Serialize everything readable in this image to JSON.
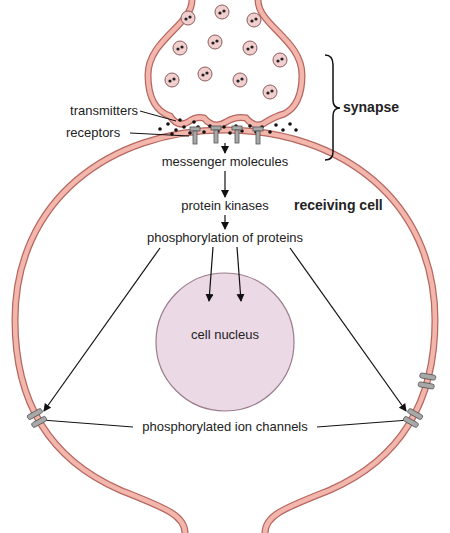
{
  "diagram": {
    "nodes": [
      {
        "text": [
          "receiving cell"
        ]
      },
      {
        "text": [
          "messenger molecules"
        ],
        "in": 0
      },
      {
        "text": [
          "protein kinases"
        ],
        "in": 0
      },
      {
        "text": [
          "phosphorylation of proteins"
        ],
        "in": 0
      },
      {
        "text": [
          "cell nucleus"
        ],
        "in": 0
      }
    ],
    "edges": [
      {
        "from": 1,
        "to": 2,
        "arrow": "to"
      },
      {
        "from": 2,
        "to": 3,
        "arrow": "to"
      },
      {
        "from": 3,
        "to": 4,
        "arrow": "to"
      },
      {
        "from": 3,
        "to": 4,
        "arrow": "to"
      }
    ],
    "labels": [
      "synapse",
      "transmitters",
      "receptors",
      "phosphorylated ion channels"
    ]
  }
}
